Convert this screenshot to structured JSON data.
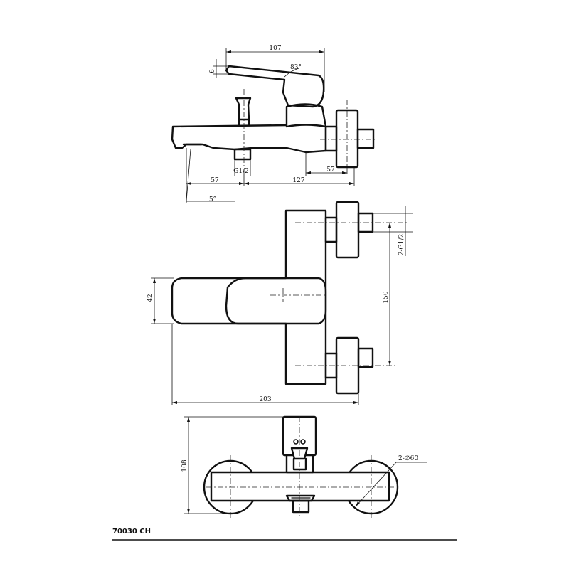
{
  "side_view": {
    "dim_overall_length": "107",
    "dim_lever_thickness": "6",
    "dim_lever_angle": "83°",
    "dim_outlet_thread": "G1/2",
    "dim_body_rear": "57",
    "dim_spout_front": "57",
    "dim_spout_to_outlet": "127",
    "dim_spout_angle": "5°"
  },
  "top_view": {
    "dim_inlet_thread": "2-G1/2",
    "dim_inlet_spacing": "150",
    "dim_handle_width": "42",
    "dim_overall_width": "203"
  },
  "front_view": {
    "dim_height": "108",
    "dim_flange_diameter": "2-∅60"
  },
  "title_block": {
    "model_code": "70030 CH"
  }
}
